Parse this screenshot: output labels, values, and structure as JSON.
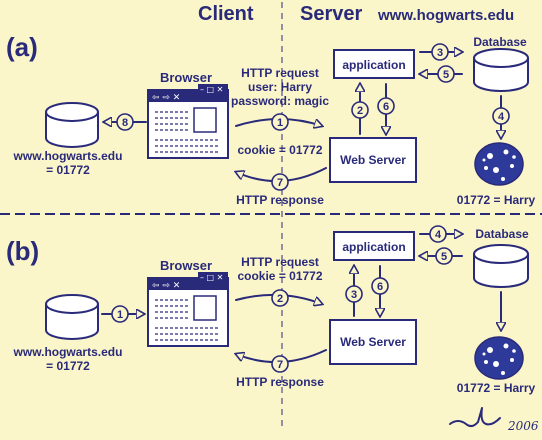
{
  "header": {
    "client": "Client",
    "server": "Server",
    "site": "www.hogwarts.edu"
  },
  "panel_a": {
    "label": "(a)",
    "browser_title": "Browser",
    "http_request_lines": [
      "HTTP request",
      "user: Harry",
      "password: magic"
    ],
    "cookie": "cookie = 01772",
    "http_response": "HTTP response",
    "application": "application",
    "web_server": "Web Server",
    "database": "Database",
    "db_record": "01772 = Harry",
    "client_store_lines": [
      "www.hogwarts.edu",
      "= 01772"
    ],
    "steps": [
      "1",
      "3",
      "5",
      "2",
      "6",
      "4",
      "7",
      "8"
    ]
  },
  "panel_b": {
    "label": "(b)",
    "browser_title": "Browser",
    "http_request_lines": [
      "HTTP request",
      "cookie = 01772"
    ],
    "http_response": "HTTP response",
    "application": "application",
    "web_server": "Web Server",
    "database": "Database",
    "db_record": "01772 = Harry",
    "client_store_lines": [
      "www.hogwarts.edu",
      "= 01772"
    ],
    "steps": [
      "1",
      "2",
      "4",
      "5",
      "3",
      "6",
      "7"
    ]
  },
  "signature": "2006",
  "icons": {
    "browser_controls": "⇦ ⇨ ✕",
    "window_controls": "– □ ✕"
  },
  "colors": {
    "background": "#fbf6c9",
    "ink": "#2a2a7a",
    "cookie_blue": "#2e3a9a"
  }
}
